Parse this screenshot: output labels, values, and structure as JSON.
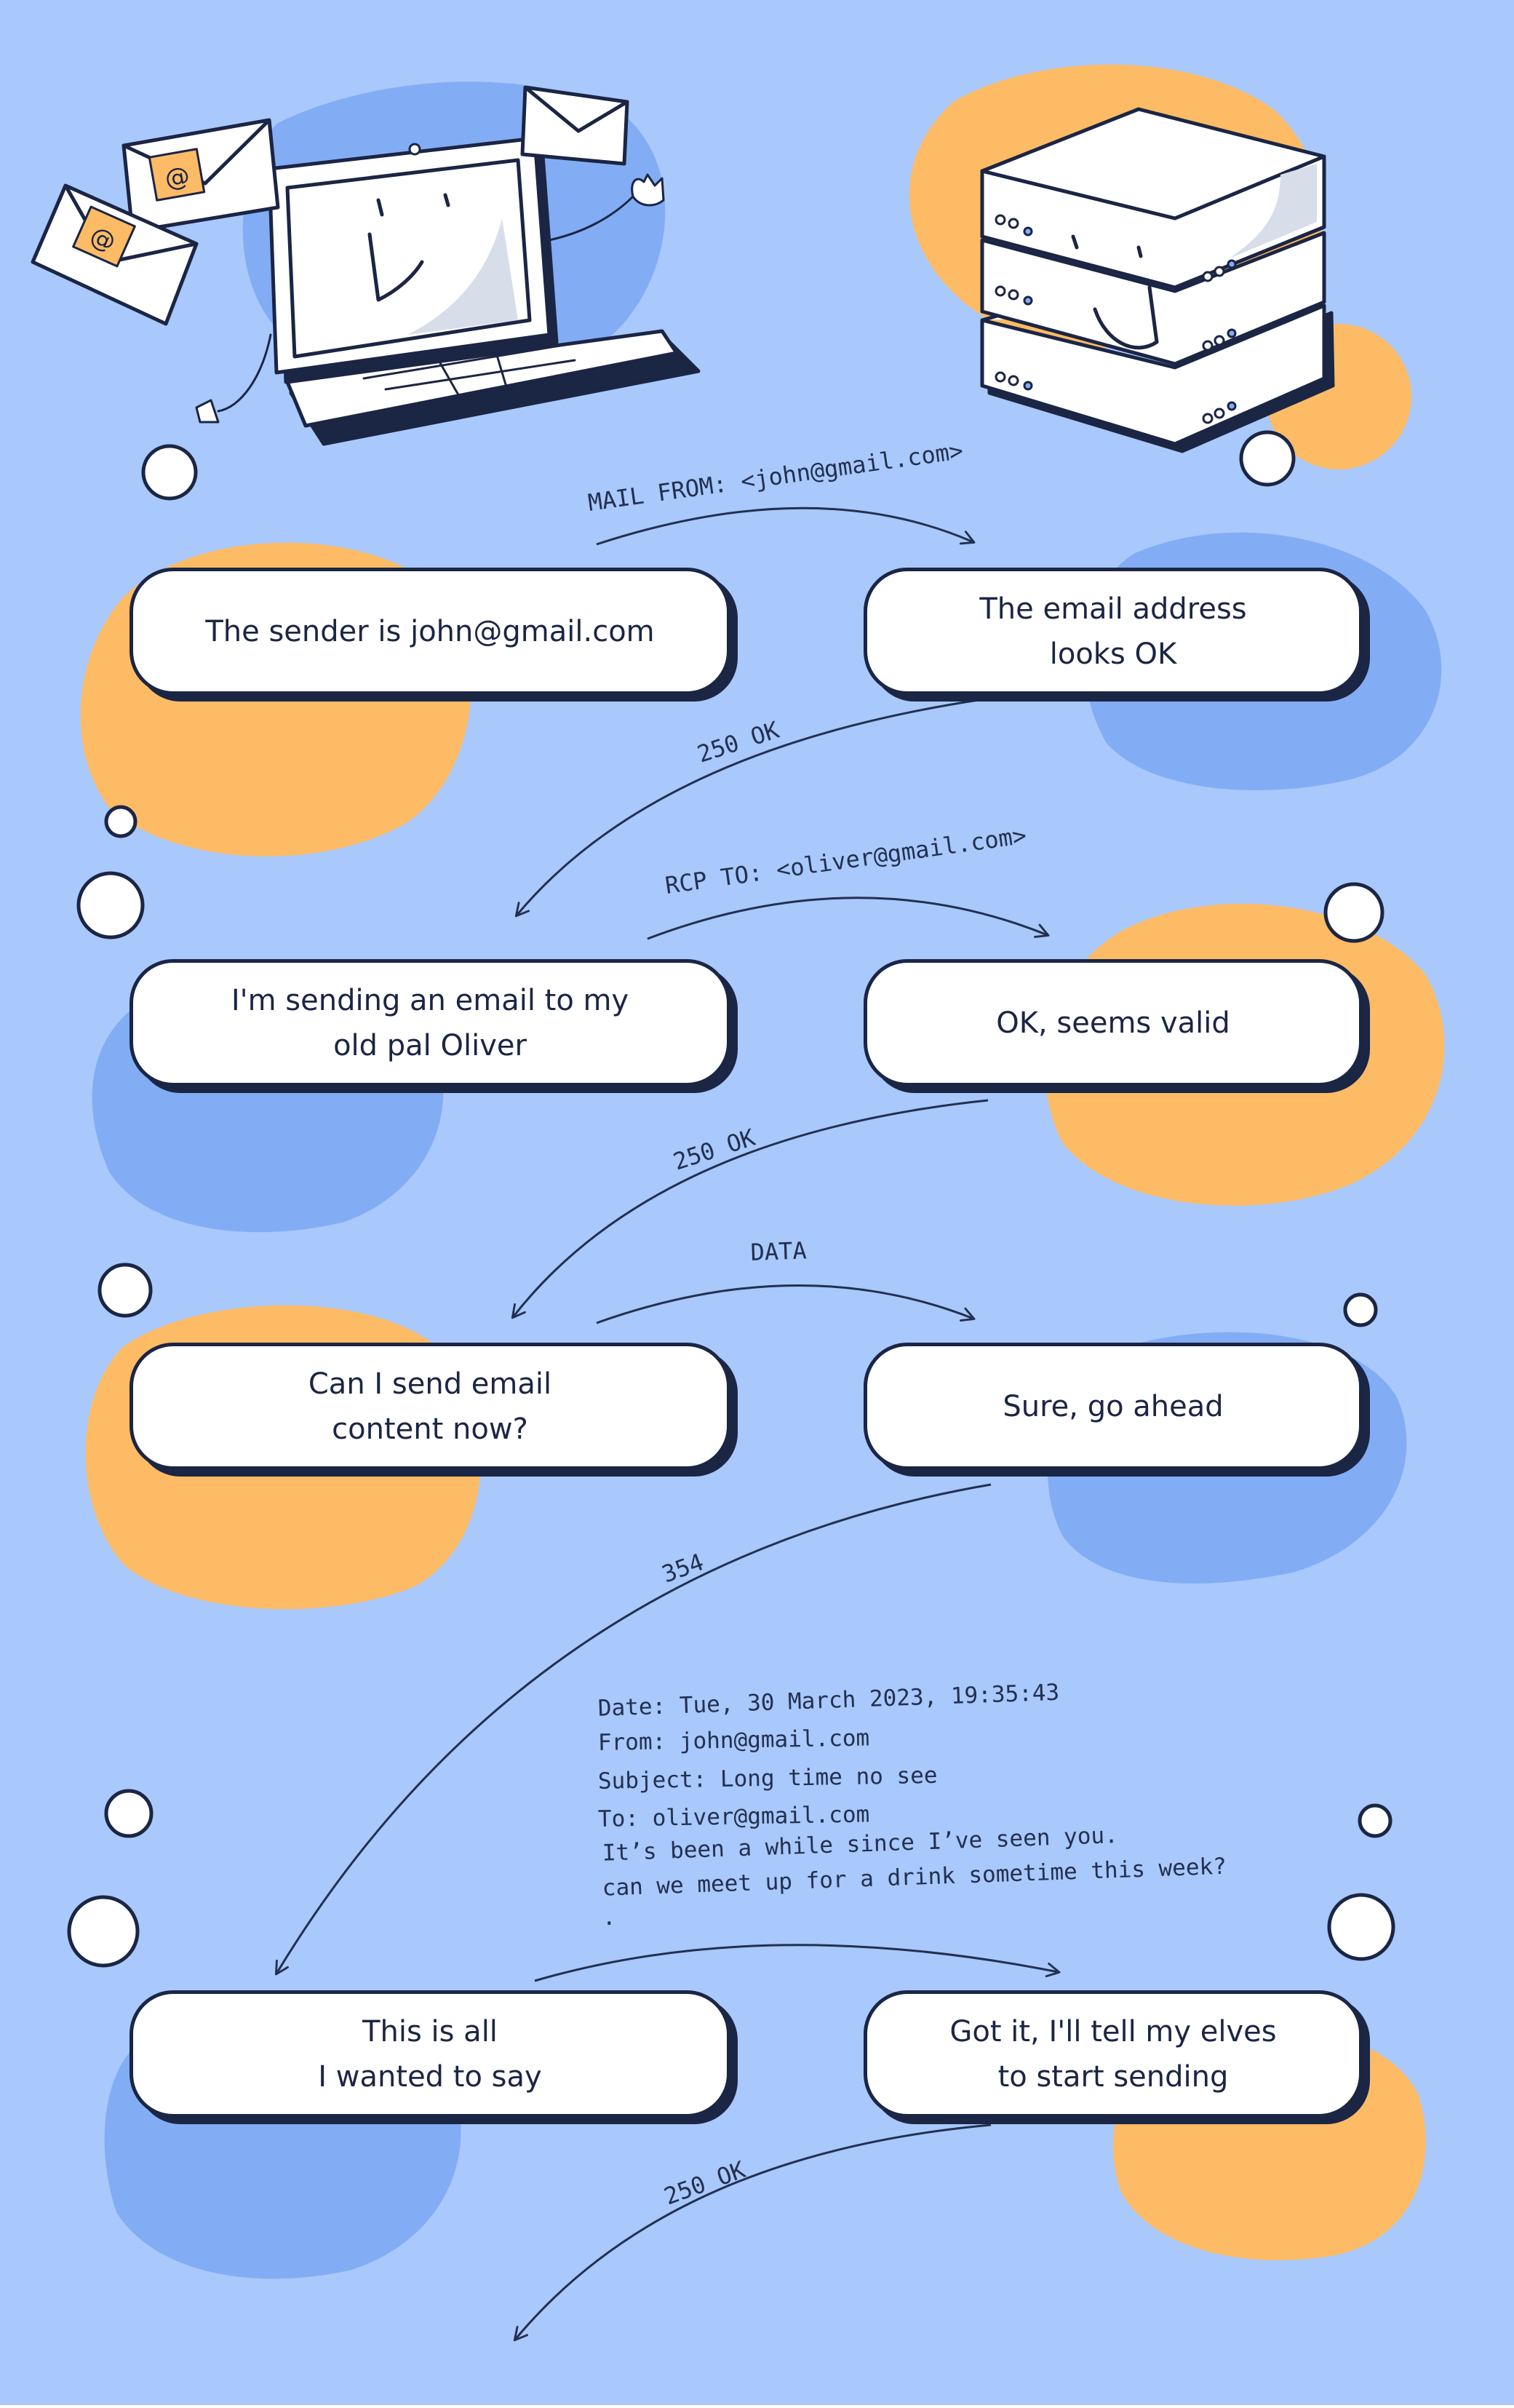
{
  "colors": {
    "background": "#a9c8fb",
    "orange": "#fdbb65",
    "blue_blob": "#82adf5",
    "ink": "#1b2544"
  },
  "illustrations": {
    "client": "smiling-laptop-with-envelopes",
    "server": "smiling-server-stack",
    "envelope_icon": "at-sign-stamp"
  },
  "exchanges": [
    {
      "client": "The sender is john@gmail.com",
      "command": "MAIL FROM: <john@gmail.com>",
      "server": "The email address\nlooks OK",
      "reply": "250 OK"
    },
    {
      "client": "I'm sending an email to my\nold pal Oliver",
      "command": "RCP TO: <oliver@gmail.com>",
      "server": "OK, seems valid",
      "reply": "250 OK"
    },
    {
      "client": "Can I send email\ncontent now?",
      "command": "DATA",
      "server": "Sure, go ahead",
      "reply": "354"
    },
    {
      "client": "This is all\nI wanted to say",
      "command": "",
      "server": "Got it, I'll tell my elves\nto start sending",
      "reply": "250 OK"
    }
  ],
  "email_body": [
    "Date: Tue, 30 March 2023, 19:35:43",
    "From: john@gmail.com",
    "Subject: Long time no see",
    "To: oliver@gmail.com",
    "It’s been a while since I’ve seen you.",
    "can we meet up for a drink sometime this week?",
    "."
  ]
}
